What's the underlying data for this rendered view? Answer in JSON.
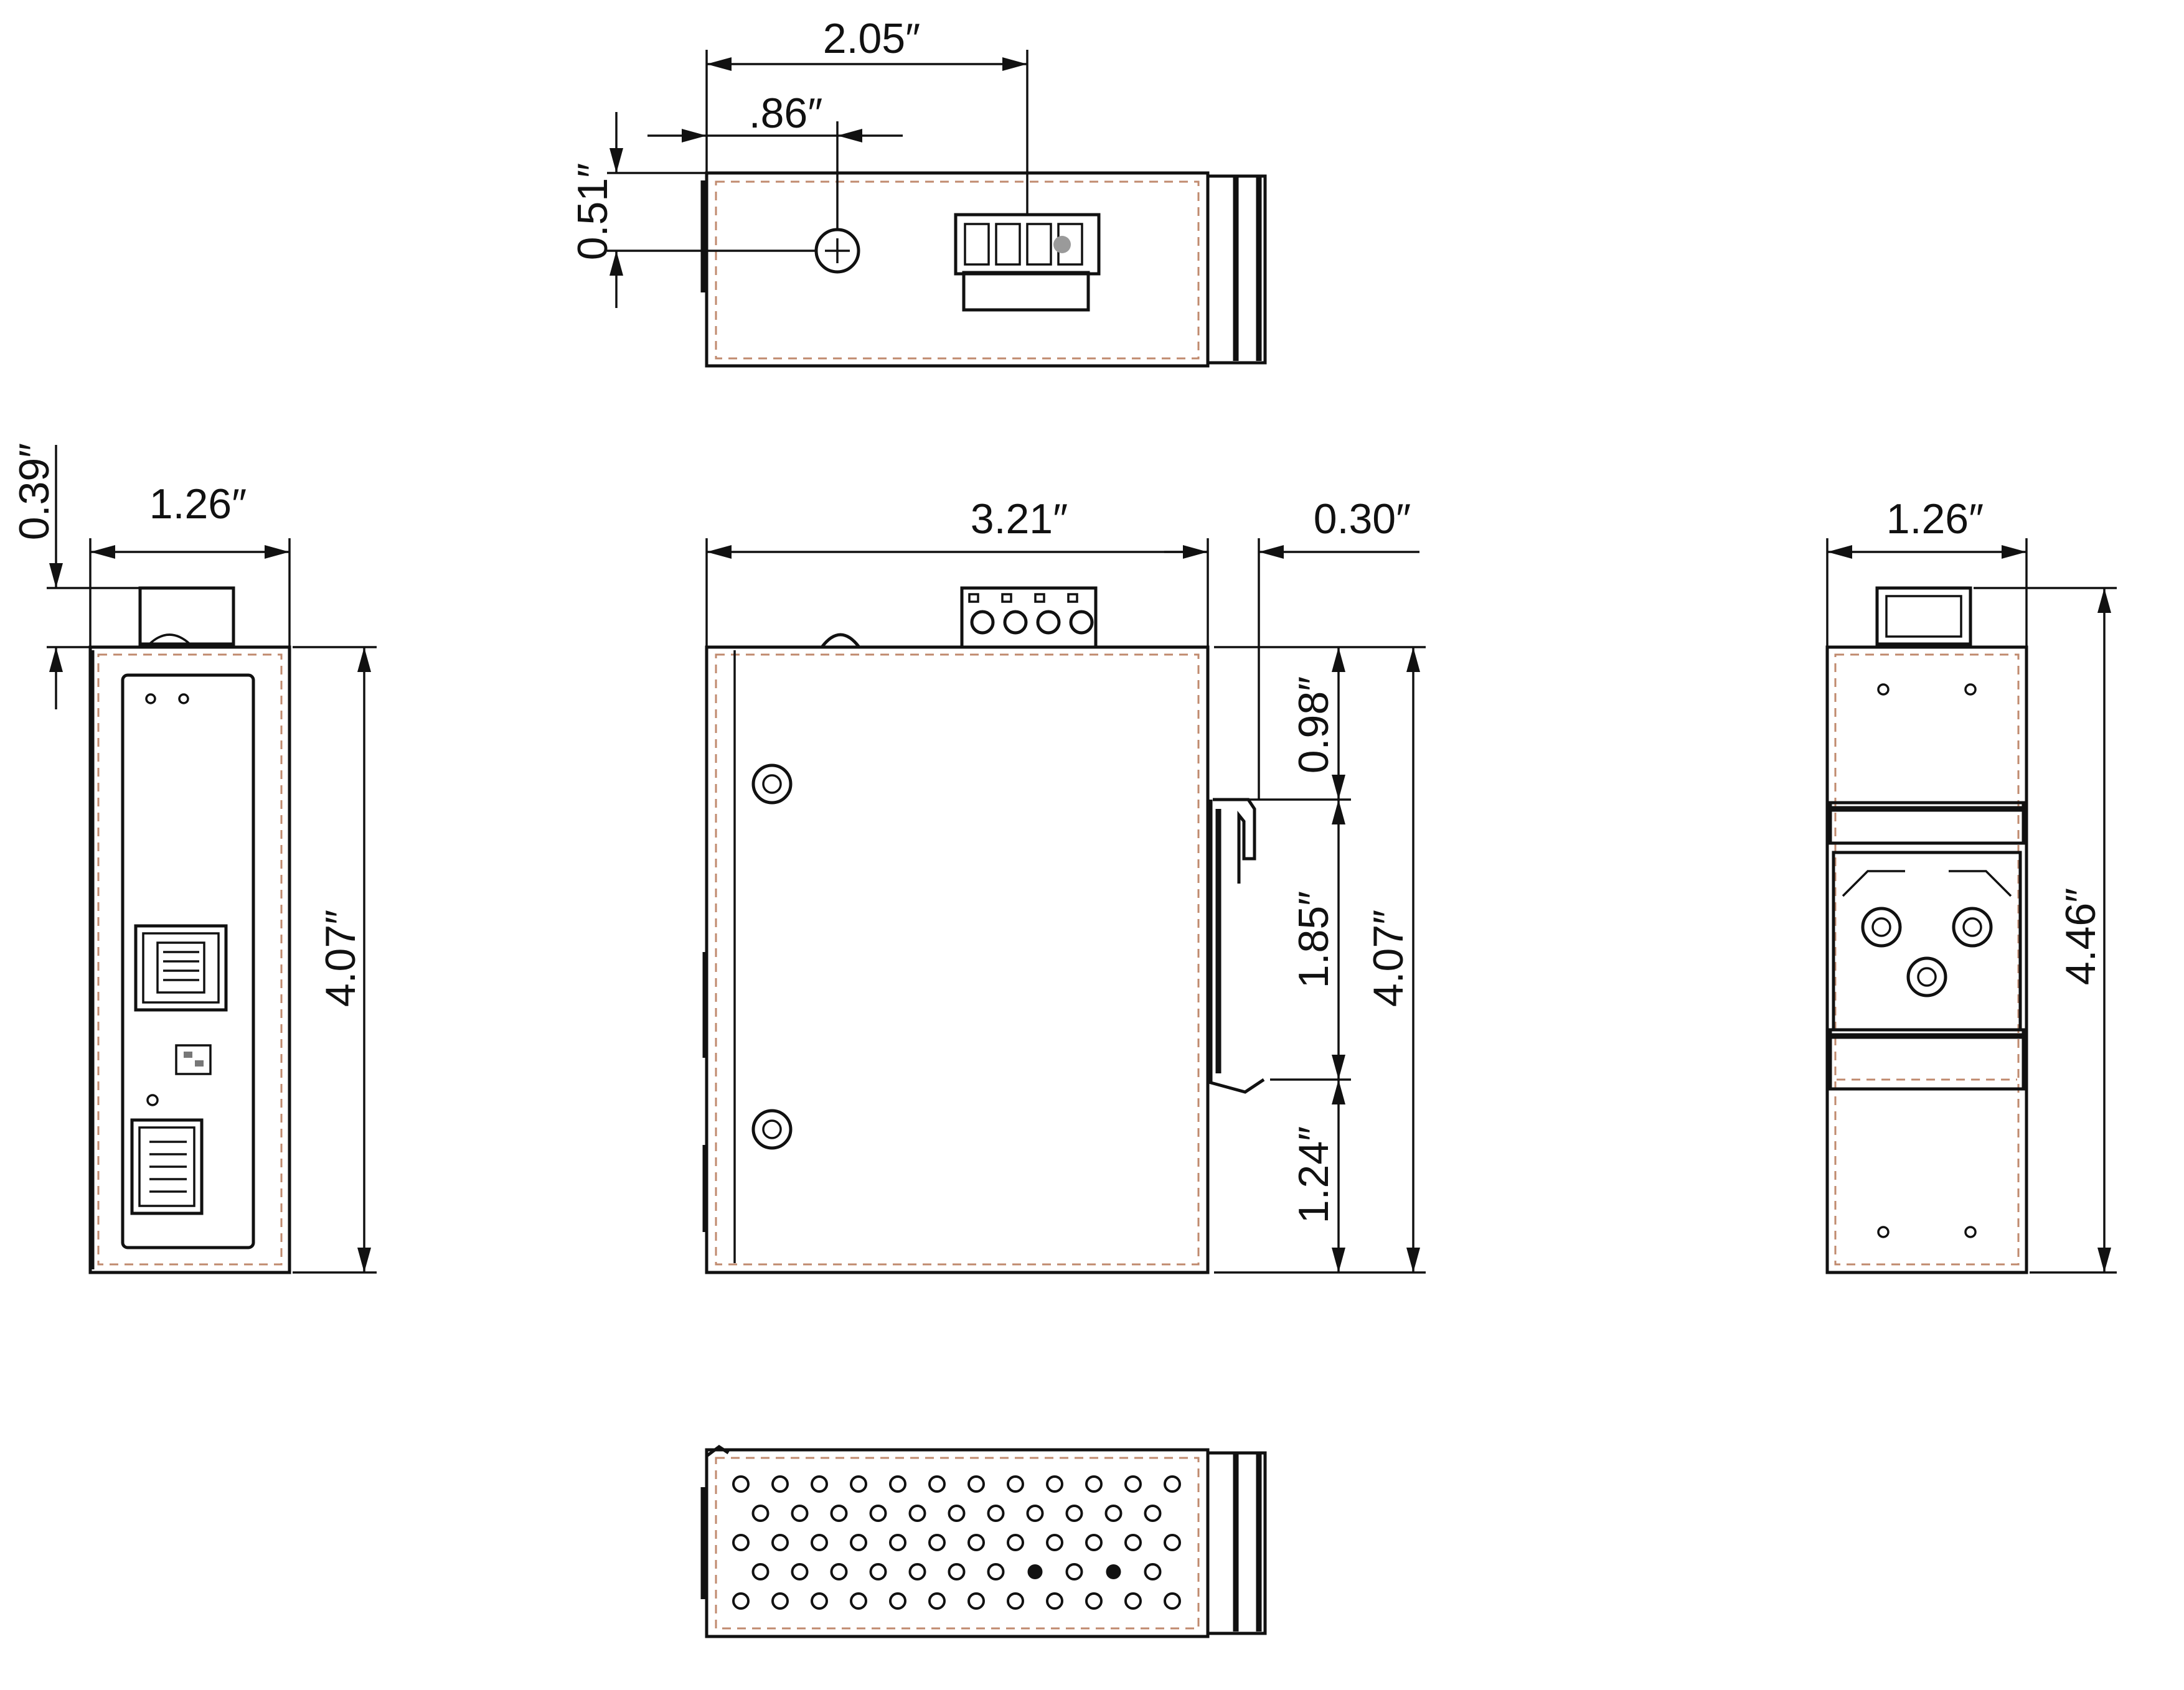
{
  "views": {
    "top": {
      "width_label": "2.05″",
      "screw_offset_label": ".86″",
      "depth_label": "0.51″"
    },
    "front": {
      "width_label": "1.26″",
      "connector_label": "0.39″",
      "height_label": "4.07″"
    },
    "side": {
      "depth_label": "3.21″",
      "clip_label": "0.30″",
      "upper_label": "0.98″",
      "middle_label": "1.85″",
      "lower_label": "1.24″",
      "height_label": "4.07″"
    },
    "rear": {
      "width_label": "1.26″",
      "height_label": "4.46″"
    }
  }
}
